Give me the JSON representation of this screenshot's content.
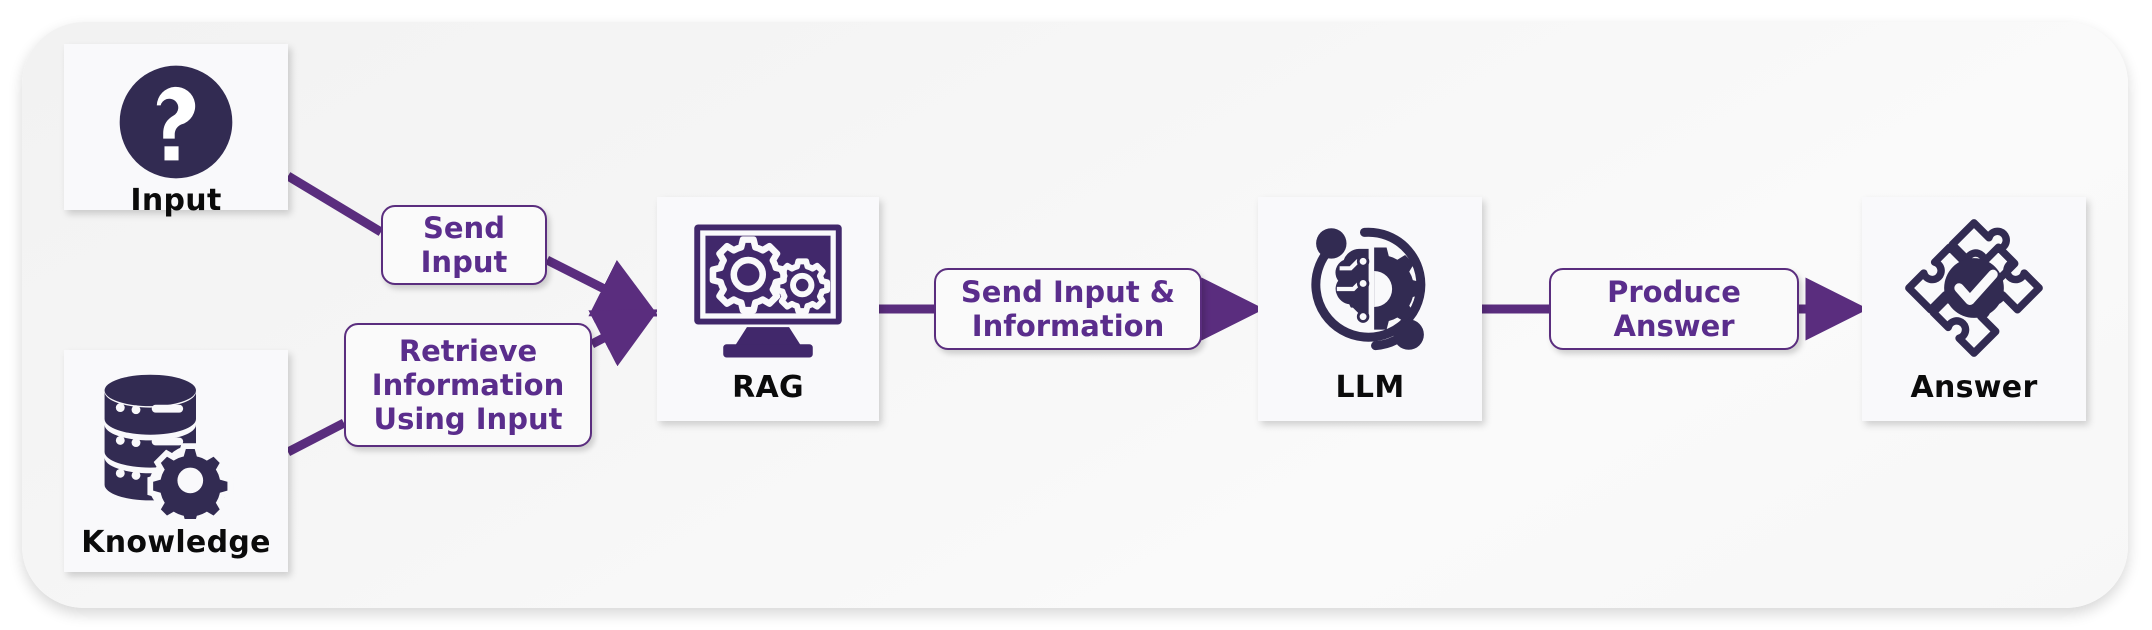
{
  "diagram": {
    "title": "RAG pipeline flow",
    "colors": {
      "panel_bg": "#f5f5f5",
      "card_bg": "#f9f9fb",
      "icon_dark": "#322b52",
      "accent_purple": "#5a2d7e",
      "label_text": "#5a2d8c",
      "caption_text": "#0b0b0b"
    },
    "nodes": [
      {
        "id": "input",
        "caption": "Input",
        "icon": "question-mark-circle-icon"
      },
      {
        "id": "knowledge",
        "caption": "Knowledge",
        "icon": "database-cloud-gear-icon"
      },
      {
        "id": "rag",
        "caption": "RAG",
        "icon": "monitor-gears-icon"
      },
      {
        "id": "llm",
        "caption": "LLM",
        "icon": "brain-circuit-gear-orbit-icon"
      },
      {
        "id": "answer",
        "caption": "Answer",
        "icon": "puzzle-check-icon"
      }
    ],
    "edges": [
      {
        "id": "input-to-rag",
        "label": "Send\nInput",
        "from": "input",
        "to": "rag",
        "arrow": true
      },
      {
        "id": "knowledge-to-rag",
        "label": "Retrieve\nInformation\nUsing Input",
        "from": "knowledge",
        "to": "rag",
        "arrow": true
      },
      {
        "id": "rag-to-llm",
        "label": "Send Input &\nInformation",
        "from": "rag",
        "to": "llm",
        "arrow": true
      },
      {
        "id": "llm-to-answer",
        "label": "Produce\nAnswer",
        "from": "llm",
        "to": "answer",
        "arrow": true
      }
    ]
  }
}
